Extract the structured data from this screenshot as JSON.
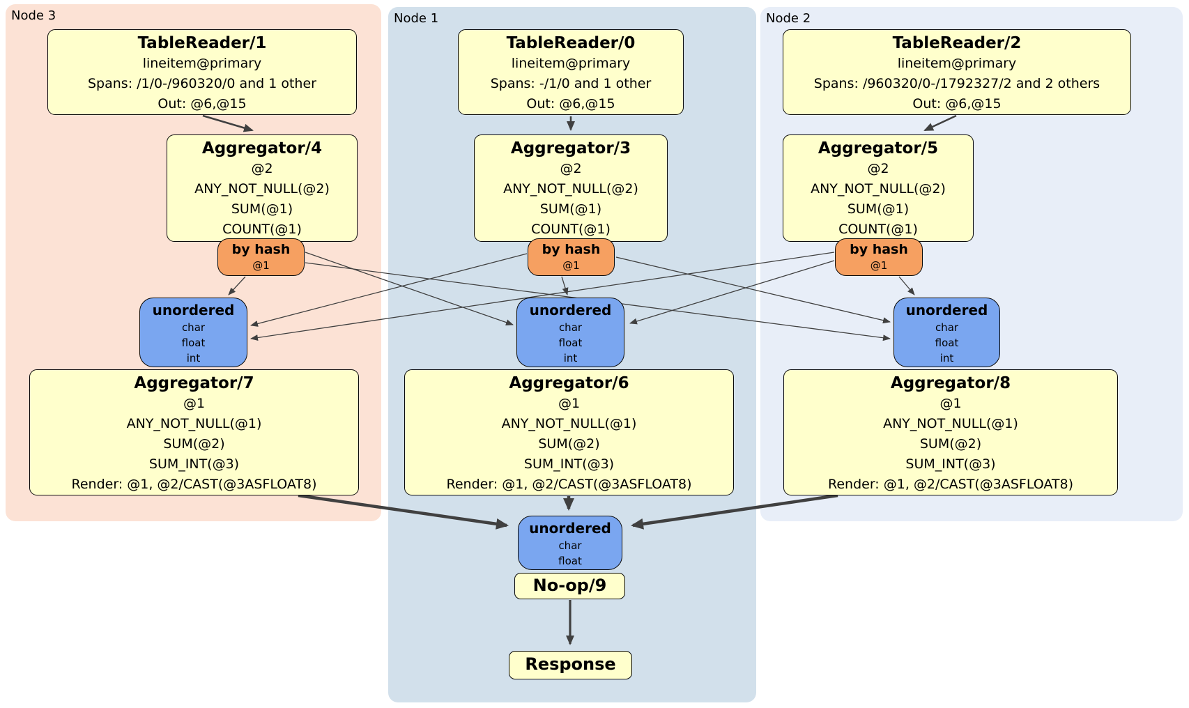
{
  "regions": {
    "node3": {
      "label": "Node 3"
    },
    "node1": {
      "label": "Node 1"
    },
    "node2": {
      "label": "Node 2"
    }
  },
  "boxes": {
    "tablereader1": {
      "title": "TableReader/1",
      "lines": [
        "lineitem@primary",
        "Spans: /1/0-/960320/0 and 1 other",
        "Out: @6,@15"
      ]
    },
    "tablereader0": {
      "title": "TableReader/0",
      "lines": [
        "lineitem@primary",
        "Spans: -/1/0 and 1 other",
        "Out: @6,@15"
      ]
    },
    "tablereader2": {
      "title": "TableReader/2",
      "lines": [
        "lineitem@primary",
        "Spans: /960320/0-/1792327/2 and 2 others",
        "Out: @6,@15"
      ]
    },
    "aggregator4": {
      "title": "Aggregator/4",
      "lines": [
        "@2",
        "ANY_NOT_NULL(@2)",
        "SUM(@1)",
        "COUNT(@1)"
      ]
    },
    "aggregator3": {
      "title": "Aggregator/3",
      "lines": [
        "@2",
        "ANY_NOT_NULL(@2)",
        "SUM(@1)",
        "COUNT(@1)"
      ]
    },
    "aggregator5": {
      "title": "Aggregator/5",
      "lines": [
        "@2",
        "ANY_NOT_NULL(@2)",
        "SUM(@1)",
        "COUNT(@1)"
      ]
    },
    "router1": {
      "title": "by hash",
      "lines": [
        "@1"
      ]
    },
    "router2": {
      "title": "by hash",
      "lines": [
        "@1"
      ]
    },
    "router3": {
      "title": "by hash",
      "lines": [
        "@1"
      ]
    },
    "sync1": {
      "title": "unordered",
      "lines": [
        "char",
        "float",
        "int"
      ]
    },
    "sync2": {
      "title": "unordered",
      "lines": [
        "char",
        "float",
        "int"
      ]
    },
    "sync3": {
      "title": "unordered",
      "lines": [
        "char",
        "float",
        "int"
      ]
    },
    "aggregator7": {
      "title": "Aggregator/7",
      "lines": [
        "@1",
        "ANY_NOT_NULL(@1)",
        "SUM(@2)",
        "SUM_INT(@3)",
        "Render: @1, @2/CAST(@3ASFLOAT8)"
      ]
    },
    "aggregator6": {
      "title": "Aggregator/6",
      "lines": [
        "@1",
        "ANY_NOT_NULL(@1)",
        "SUM(@2)",
        "SUM_INT(@3)",
        "Render: @1, @2/CAST(@3ASFLOAT8)"
      ]
    },
    "aggregator8": {
      "title": "Aggregator/8",
      "lines": [
        "@1",
        "ANY_NOT_NULL(@1)",
        "SUM(@2)",
        "SUM_INT(@3)",
        "Render: @1, @2/CAST(@3ASFLOAT8)"
      ]
    },
    "sync_final": {
      "title": "unordered",
      "lines": [
        "char",
        "float"
      ]
    },
    "noop": {
      "title": "No-op/9"
    },
    "response": {
      "title": "Response"
    }
  },
  "colors": {
    "node3_fill": "#fce2d5",
    "node1_fill": "#d2e0eb",
    "node2_fill": "#e8eef8",
    "processor_fill": "#ffffcc",
    "router_fill": "#f6a061",
    "sync_fill": "#7aa6f0",
    "edge": "#404040",
    "border": "#0a0a0a"
  }
}
